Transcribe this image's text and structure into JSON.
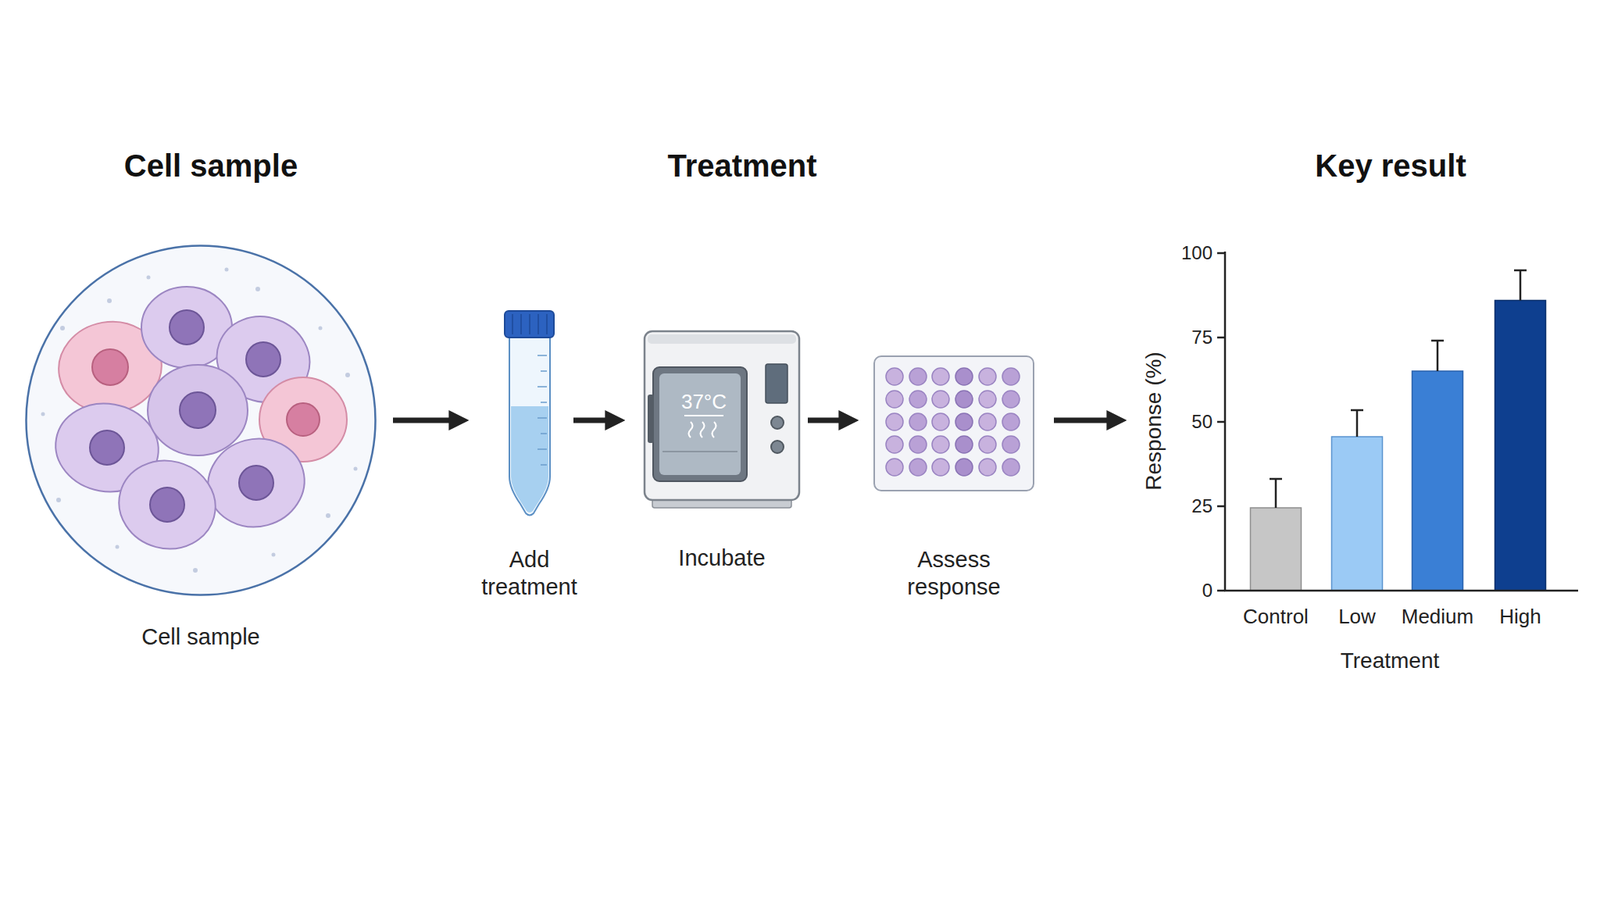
{
  "diagram": {
    "nodes": [
      {
        "text": [
          "Cell sample"
        ]
      },
      {
        "text": [
          "Add treatment"
        ]
      },
      {
        "text": [
          "37°C",
          "Incubate"
        ]
      },
      {
        "text": [
          "Assess response"
        ]
      },
      {
        "text": [
          "100",
          "75",
          "50",
          "25",
          "0",
          "Response (%)",
          "Control",
          "Low",
          "Medium",
          "High",
          "Treatment"
        ]
      }
    ],
    "edges": [
      {
        "from": 0,
        "to": 1,
        "arrow": "to"
      },
      {
        "from": 1,
        "to": 2,
        "arrow": "to"
      },
      {
        "from": 2,
        "to": 3,
        "arrow": "to"
      },
      {
        "from": 3,
        "to": 4,
        "arrow": "to"
      }
    ],
    "labels": [
      "Cell sample",
      "Treatment",
      "Key result"
    ]
  }
}
